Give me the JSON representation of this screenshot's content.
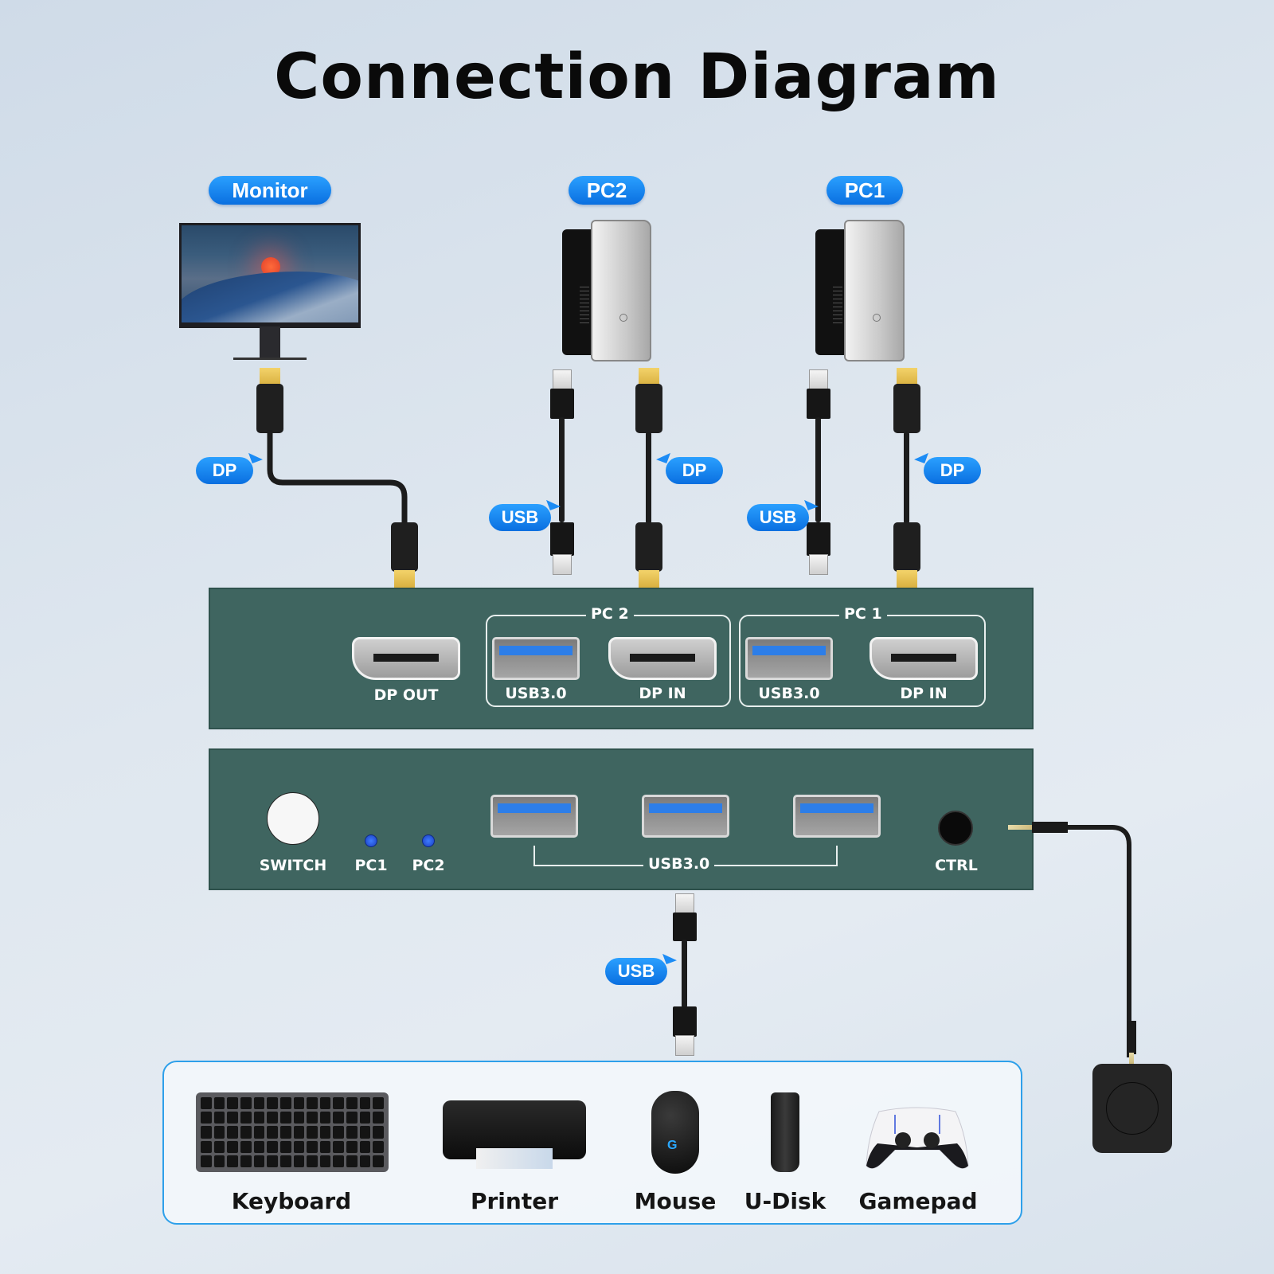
{
  "title": "Connection Diagram",
  "sources": {
    "monitor": {
      "label": "Monitor"
    },
    "pc2": {
      "label": "PC2"
    },
    "pc1": {
      "label": "PC1"
    }
  },
  "cable_tags": {
    "monitor_dp": "DP",
    "pc2_usb": "USB",
    "pc2_dp": "DP",
    "pc1_usb": "USB",
    "pc1_dp": "DP",
    "peripheral_usb": "USB"
  },
  "device_back_panel": {
    "dp_out_label": "DP OUT",
    "groups": [
      {
        "title": "PC 2",
        "ports": [
          {
            "label": "USB3.0",
            "type": "usb"
          },
          {
            "label": "DP IN",
            "type": "dp"
          }
        ]
      },
      {
        "title": "PC 1",
        "ports": [
          {
            "label": "USB3.0",
            "type": "usb"
          },
          {
            "label": "DP IN",
            "type": "dp"
          }
        ]
      }
    ]
  },
  "device_front_panel": {
    "switch_label": "SWITCH",
    "leds": [
      {
        "label": "PC1",
        "color": "#2f5de8"
      },
      {
        "label": "PC2",
        "color": "#2f5de8"
      }
    ],
    "usb_group_label": "USB3.0",
    "usb_port_count": 3,
    "ctrl_label": "CTRL"
  },
  "peripherals": [
    {
      "label": "Keyboard",
      "icon": "keyboard-icon"
    },
    {
      "label": "Printer",
      "icon": "printer-icon"
    },
    {
      "label": "Mouse",
      "icon": "mouse-icon"
    },
    {
      "label": "U-Disk",
      "icon": "usb-drive-icon"
    },
    {
      "label": "Gamepad",
      "icon": "gamepad-icon"
    }
  ],
  "colors": {
    "device_green": "#3f6560",
    "tag_blue": "#1c8cf5",
    "tray_border": "#2ea0ea",
    "usb_blue": "#2d7ee8"
  }
}
